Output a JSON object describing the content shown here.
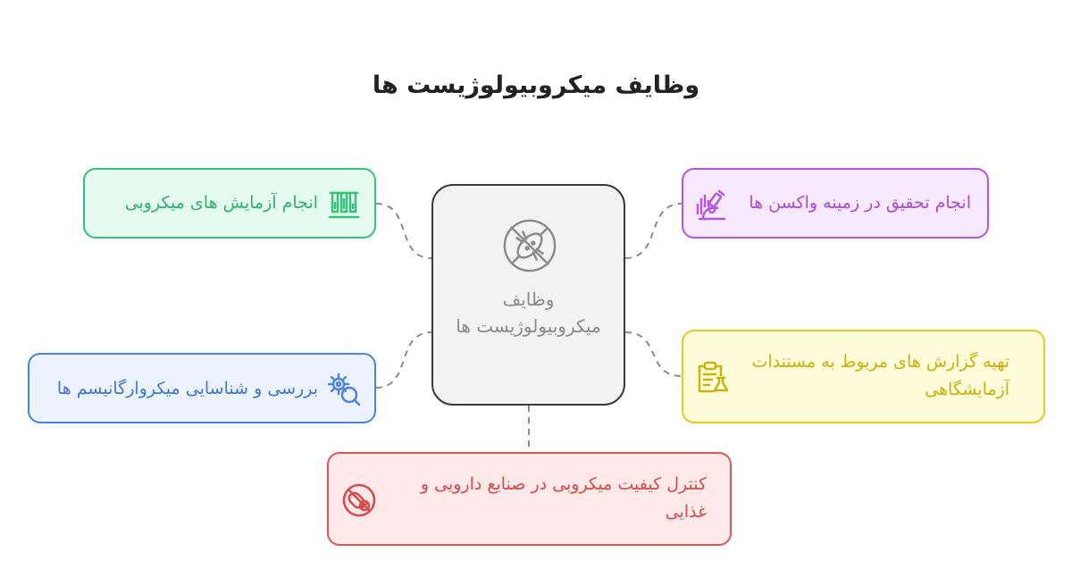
{
  "title": "وظایف میکروبیولوژیست ها",
  "center": {
    "label": "وظایف میکروبیولوژیست ها",
    "icon": "bacteria-icon",
    "color": "#3a3a3a"
  },
  "nodes": [
    {
      "id": "tests",
      "label": "انجام آزمایش های میکروبی",
      "icon": "test-tubes-icon",
      "color": "#36c27a"
    },
    {
      "id": "vaccine",
      "label": "انجام تحقیق در زمینه واکسن ها",
      "icon": "microscope-icon",
      "color": "#b555e0"
    },
    {
      "id": "identify",
      "label": "بررسی و شناسایی میکروارگانیسم ها",
      "icon": "gear-search-icon",
      "color": "#4a83e0"
    },
    {
      "id": "reports",
      "label": "تهیه گزارش های مربوط به مستندات آزمایشگاهی",
      "icon": "clipboard-flask-icon",
      "color": "#e0cc1f"
    },
    {
      "id": "quality",
      "label": "کنترل کیفیت میکروبی در صنایع دارویی و غذایی",
      "icon": "no-pills-icon",
      "color": "#de5555"
    }
  ]
}
